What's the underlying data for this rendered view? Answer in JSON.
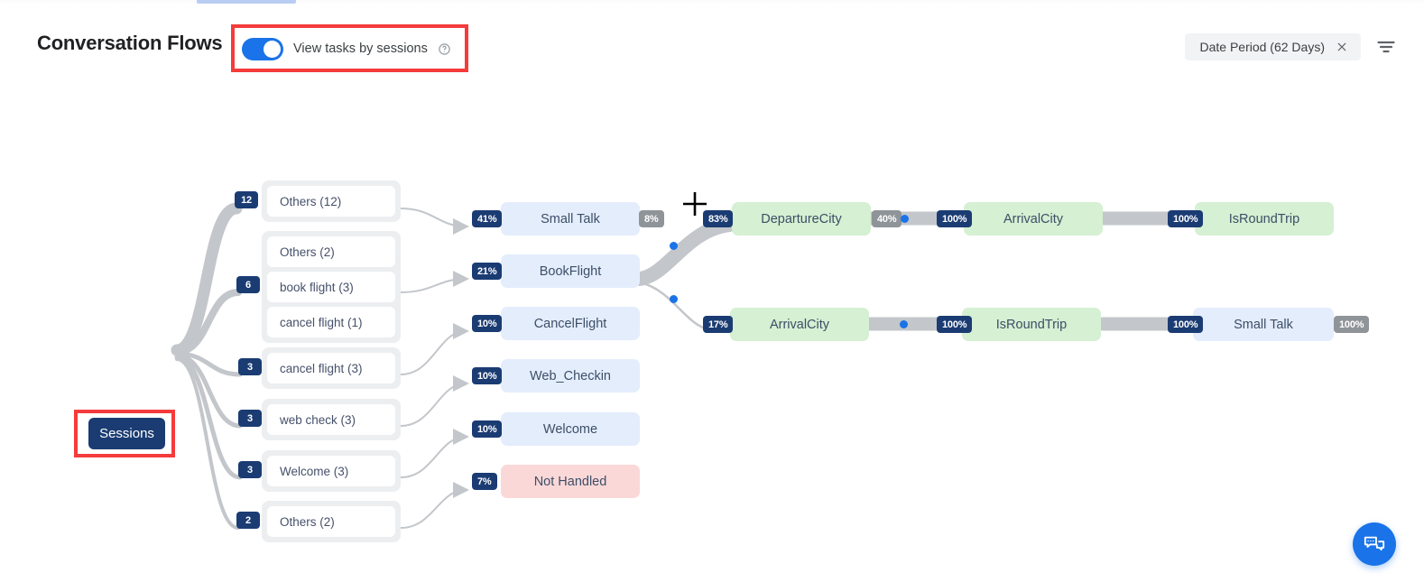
{
  "header": {
    "title": "Conversation Flows",
    "toggle": {
      "label": "View tasks by sessions",
      "state": "on",
      "help_icon": "help-circle-icon"
    },
    "filter_chip": {
      "label": "Date Period (62 Days)",
      "clear_icon": "close-icon"
    },
    "filter_icon": "filter-icon"
  },
  "fab": {
    "icon": "chat-bubbles-icon"
  },
  "colors": {
    "accent": "#1a73e8",
    "navy": "#1b3c73",
    "intent_node": "#e4edfc",
    "entity_node": "#d5f0d2",
    "not_handled_node": "#fbd8d8",
    "link_grey": "#c3c6ca",
    "badge_grey": "#8f9499",
    "annotation_red": "#f53b3b",
    "task_group_bg": "#eceef0"
  },
  "chart_data": {
    "type": "diagram",
    "title": "Conversation Flows",
    "root": {
      "label": "Sessions",
      "id": "sessions"
    },
    "columns": [
      {
        "name": "root"
      },
      {
        "name": "tasks"
      },
      {
        "name": "intents"
      },
      {
        "name": "entities-1"
      },
      {
        "name": "entities-2"
      },
      {
        "name": "entities-3"
      }
    ],
    "task_groups": [
      {
        "count": "12",
        "items": [
          "Others (12)"
        ]
      },
      {
        "count": "6",
        "items": [
          "Others (2)",
          "book flight (3)",
          "cancel flight (1)"
        ]
      },
      {
        "count": "3",
        "items": [
          "cancel flight (3)"
        ]
      },
      {
        "count": "3",
        "items": [
          "web check (3)"
        ]
      },
      {
        "count": "3",
        "items": [
          "Welcome (3)"
        ]
      },
      {
        "count": "2",
        "items": [
          "Others (2)"
        ]
      }
    ],
    "intents": [
      {
        "label": "Small Talk",
        "in_pct": "41%",
        "out_pct": "8%",
        "kind": "intent"
      },
      {
        "label": "BookFlight",
        "in_pct": "21%",
        "out_pct": "",
        "kind": "intent"
      },
      {
        "label": "CancelFlight",
        "in_pct": "10%",
        "out_pct": "",
        "kind": "intent"
      },
      {
        "label": "Web_Checkin",
        "in_pct": "10%",
        "out_pct": "",
        "kind": "intent"
      },
      {
        "label": "Welcome",
        "in_pct": "10%",
        "out_pct": "",
        "kind": "intent"
      },
      {
        "label": "Not Handled",
        "in_pct": "7%",
        "out_pct": "",
        "kind": "not-handled"
      }
    ],
    "branches": [
      {
        "row": "top",
        "nodes": [
          {
            "label": "DepartureCity",
            "in_pct": "83%",
            "kind": "entity"
          },
          {
            "label": "ArrivalCity",
            "in_pct": "100%",
            "out_pct": "40%",
            "kind": "entity"
          },
          {
            "label": "IsRoundTrip",
            "in_pct": "100%",
            "kind": "entity"
          }
        ]
      },
      {
        "row": "bottom",
        "nodes": [
          {
            "label": "ArrivalCity",
            "in_pct": "17%",
            "kind": "entity"
          },
          {
            "label": "IsRoundTrip",
            "in_pct": "100%",
            "kind": "entity"
          },
          {
            "label": "Small Talk",
            "in_pct": "100%",
            "out_pct": "100%",
            "kind": "intent"
          }
        ]
      }
    ]
  }
}
